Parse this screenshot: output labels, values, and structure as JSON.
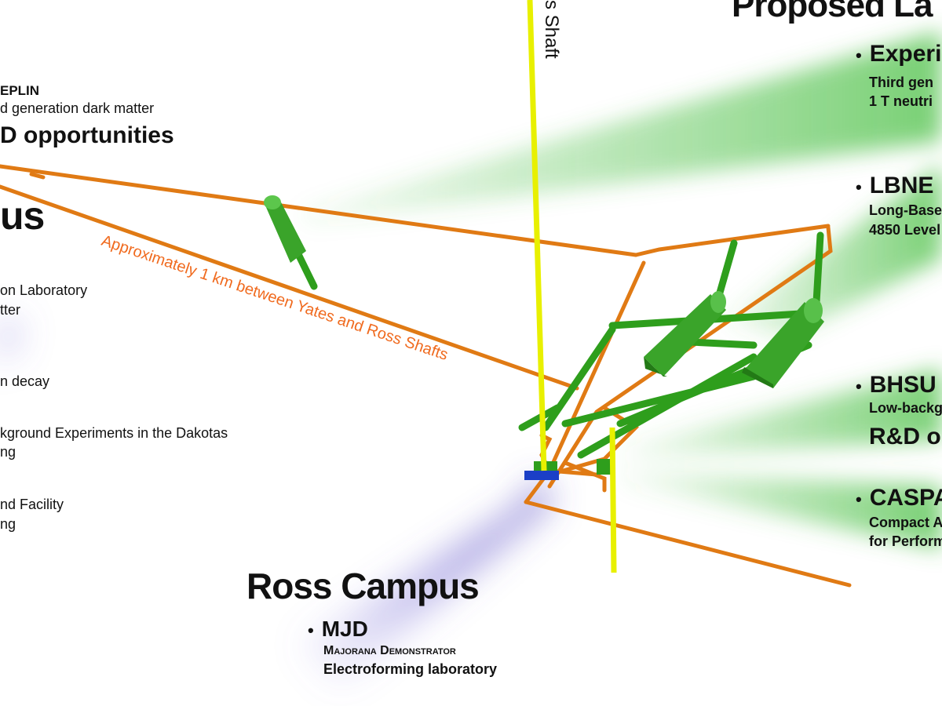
{
  "left_panel": {
    "lines": [
      "EPLIN",
      "d generation dark matter",
      "D opportunities",
      "us",
      "on Laboratory",
      "tter",
      "n decay",
      "kground Experiments in the Dakotas",
      "ng",
      "nd Facility",
      "ng"
    ]
  },
  "shaft_label": "s Shaft",
  "distance_label": "Approximately 1 km between Yates and Ross Shafts",
  "ross": {
    "title": "Ross Campus",
    "item": "MJD",
    "desc1": "Majorana Demonstrator",
    "desc2": "Electroforming laboratory"
  },
  "right_panel": {
    "title": "Proposed La",
    "items": [
      {
        "name": "Experi",
        "lines": [
          "Third gen",
          "1 T neutri"
        ]
      },
      {
        "name": "LBNE",
        "lines": [
          "Long-Base",
          "4850 Level"
        ]
      },
      {
        "name": "BHSU",
        "lines": [
          "Low-backg",
          "R&D o"
        ]
      },
      {
        "name": "CASPA",
        "lines": [
          "Compact A",
          "for Perform"
        ]
      }
    ]
  },
  "colors": {
    "tunnel": "#e07a14",
    "shaft": "#e8f000",
    "lab": "#2e9e1c",
    "beam": "#3cb43a",
    "mjd": "#6a5acd",
    "label_orange": "#f06a1e"
  }
}
